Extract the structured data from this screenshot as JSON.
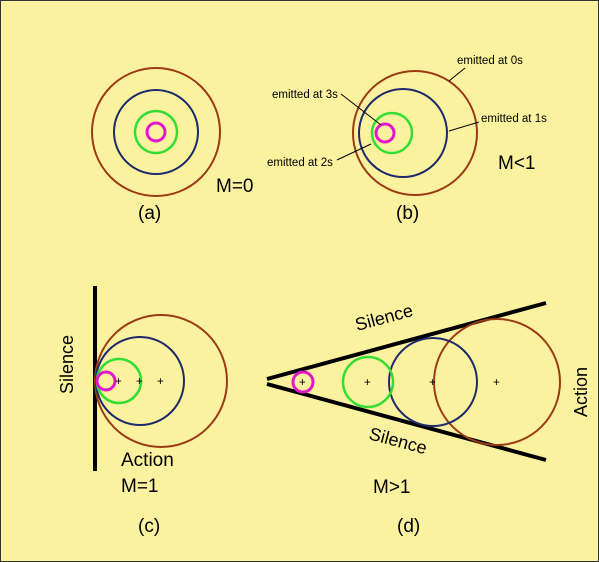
{
  "colors": {
    "background": "#fbf2a0",
    "brown": "#9b3b15",
    "navy": "#1f2a6b",
    "green": "#33dd33",
    "magenta": "#e317c9",
    "black": "#000000"
  },
  "panel_a": {
    "caption": "(a)",
    "mach": "M=0"
  },
  "panel_b": {
    "caption": "(b)",
    "mach": "M<1",
    "labels": {
      "t0": "emitted at 0s",
      "t1": "emitted at 1s",
      "t2": "emitted at 2s",
      "t3": "emitted at 3s"
    }
  },
  "panel_c": {
    "caption": "(c)",
    "mach": "M=1",
    "silence": "Silence",
    "action": "Action"
  },
  "panel_d": {
    "caption": "(d)",
    "mach": "M>1",
    "silence_top": "Silence",
    "silence_bottom": "Silence",
    "action": "Action"
  },
  "center_marker": "+"
}
